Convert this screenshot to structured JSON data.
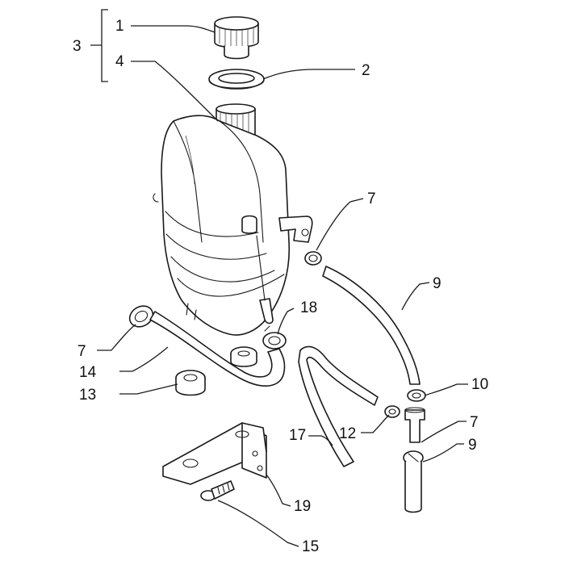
{
  "callouts": {
    "c1": "1",
    "c2": "2",
    "c3": "3",
    "c4": "4",
    "c7a": "7",
    "c7b": "7",
    "c7c": "7",
    "c9a": "9",
    "c9b": "9",
    "c10": "10",
    "c12": "12",
    "c13": "13",
    "c14": "14",
    "c15": "15",
    "c17": "17",
    "c18": "18",
    "c19": "19"
  }
}
